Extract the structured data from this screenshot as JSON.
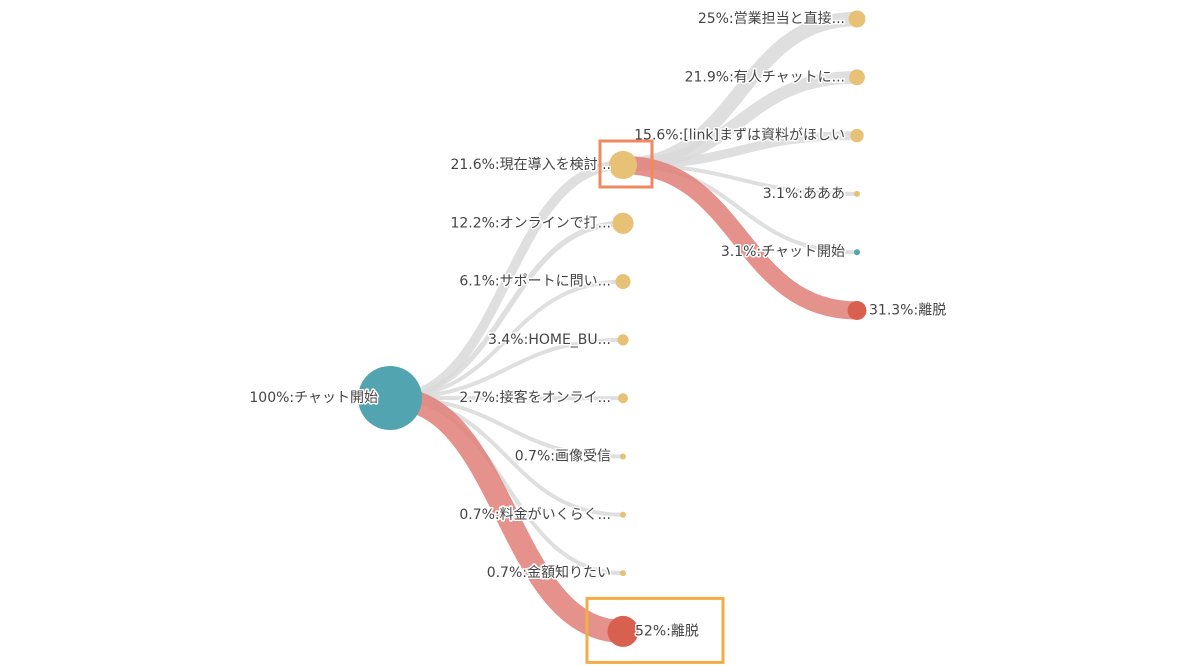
{
  "colors": {
    "link_default": "#d9d9d9",
    "link_exit": "#e07f78",
    "node_start": "#52a5b0",
    "node_step": "#e6c176",
    "node_exit": "#d9604f",
    "highlight_orange": "#ee8a5e",
    "highlight_gold": "#f2ad48"
  },
  "flow": {
    "root": {
      "label": "100%:チャット開始",
      "type": "start",
      "value": 100
    },
    "level1": [
      {
        "label": "21.6%:現在導入を検討...",
        "type": "step",
        "value": 21.6,
        "highlight": "orange"
      },
      {
        "label": "12.2%:オンラインで打...",
        "type": "step",
        "value": 12.2
      },
      {
        "label": "6.1%:サポートに問い...",
        "type": "step",
        "value": 6.1
      },
      {
        "label": "3.4%:HOME_BU...",
        "type": "step",
        "value": 3.4
      },
      {
        "label": "2.7%:接客をオンライ...",
        "type": "step",
        "value": 2.7
      },
      {
        "label": "0.7%:画像受信",
        "type": "step",
        "value": 0.7
      },
      {
        "label": "0.7%:料金がいくらく...",
        "type": "step",
        "value": 0.7
      },
      {
        "label": "0.7%:金額知りたい",
        "type": "step",
        "value": 0.7
      },
      {
        "label": "52%:離脱",
        "type": "exit",
        "value": 52,
        "highlight": "gold"
      }
    ],
    "level2": [
      {
        "label": "25%:営業担当と直接...",
        "type": "step",
        "value": 25
      },
      {
        "label": "21.9%:有人チャットに...",
        "type": "step",
        "value": 21.9
      },
      {
        "label": "15.6%:[link]まずは資料がほしい",
        "type": "step",
        "value": 15.6
      },
      {
        "label": "3.1%:あああ",
        "type": "step",
        "value": 3.1
      },
      {
        "label": "3.1%:チャット開始",
        "type": "start",
        "value": 3.1
      },
      {
        "label": "31.3%:離脱",
        "type": "exit",
        "value": 31.3
      }
    ]
  }
}
